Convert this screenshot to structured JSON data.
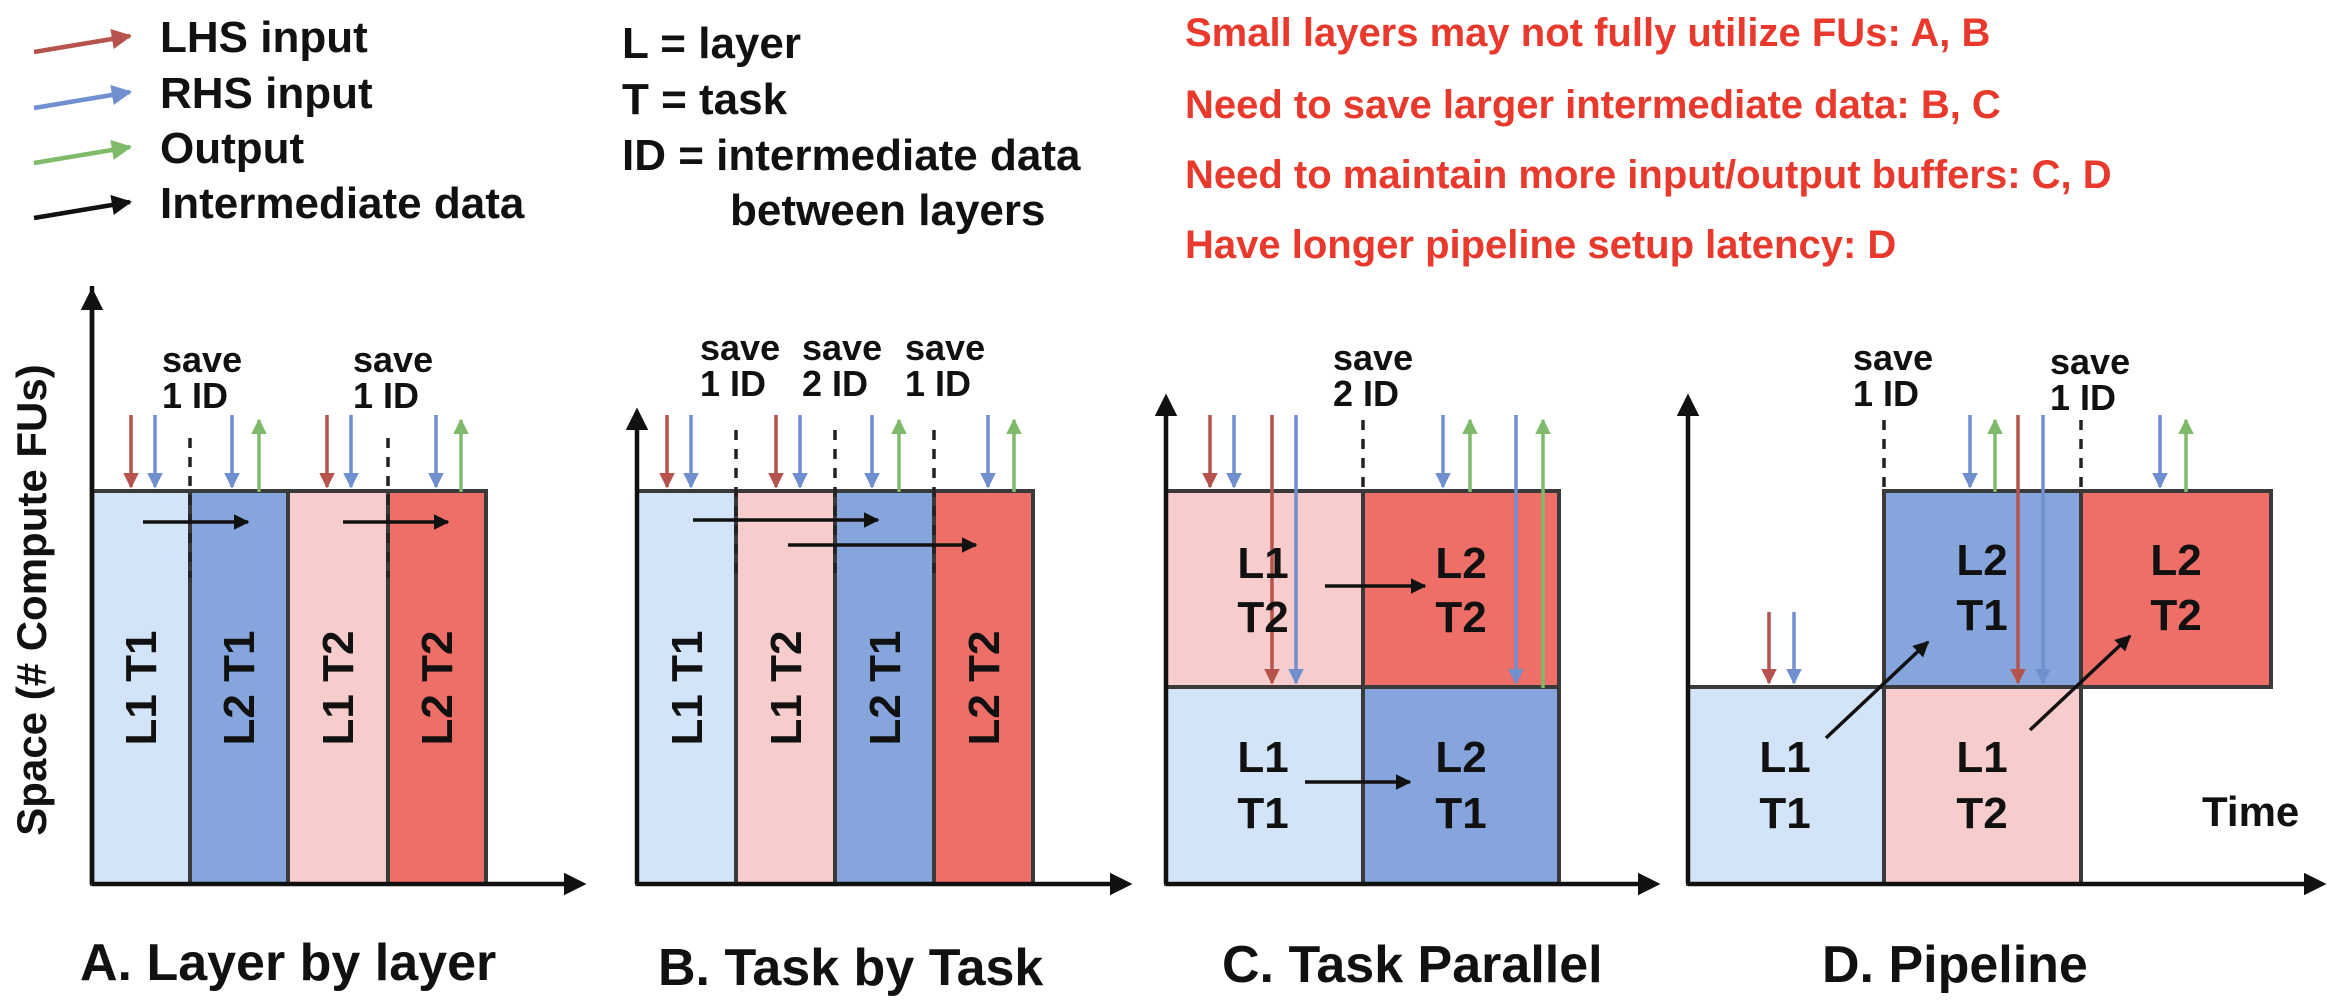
{
  "legend": {
    "lhs_input": "LHS input",
    "rhs_input": "RHS input",
    "output": "Output",
    "intermediate": "Intermediate data"
  },
  "definitions": {
    "layer": "L = layer",
    "task": "T = task",
    "id_line1": "ID = intermediate data",
    "id_line2": "between layers"
  },
  "notes": [
    "Small layers may not fully utilize FUs: A, B",
    "Need to save larger intermediate data: B, C",
    "Need to maintain more input/output buffers: C, D",
    "Have longer pipeline setup latency: D"
  ],
  "axes": {
    "y_label": "Space (# Compute FUs)",
    "x_label": "Time"
  },
  "save_labels": {
    "save": "save",
    "one_id": "1 ID",
    "two_id": "2 ID"
  },
  "cells": {
    "l1": "L1",
    "l2": "L2",
    "t1": "T1",
    "t2": "T2",
    "l1t1": "L1 T1",
    "l1t2": "L1 T2",
    "l2t1": "L2 T1",
    "l2t2": "L2 T2"
  },
  "captions": {
    "a": "A. Layer by layer",
    "b": "B. Task by Task",
    "c": "C. Task Parallel",
    "d": "D. Pipeline"
  },
  "colors": {
    "light_blue": "#d3e4f8",
    "mid_blue": "#85a5dc",
    "light_red": "#f7cccc",
    "mid_red": "#ee6e68",
    "lhs_arrow": "#b5534c",
    "rhs_arrow": "#6f8fcf",
    "output_arrow": "#7eba6a",
    "intermediate_arrow": "#111111",
    "note_text": "#e8392c"
  }
}
